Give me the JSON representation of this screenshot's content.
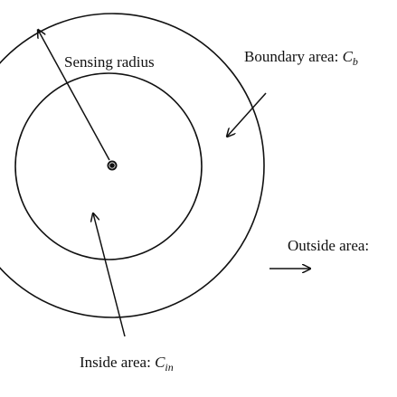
{
  "labels": {
    "sensing_radius": "Sensing radius",
    "boundary_prefix": "Boundary area: ",
    "boundary_var": "C",
    "boundary_sub": "b",
    "outside": "Outside area:",
    "inside_prefix": "Inside area: ",
    "inside_var": "C",
    "inside_sub": "in"
  },
  "colors": {
    "ink": "#111111",
    "background": "#ffffff"
  }
}
